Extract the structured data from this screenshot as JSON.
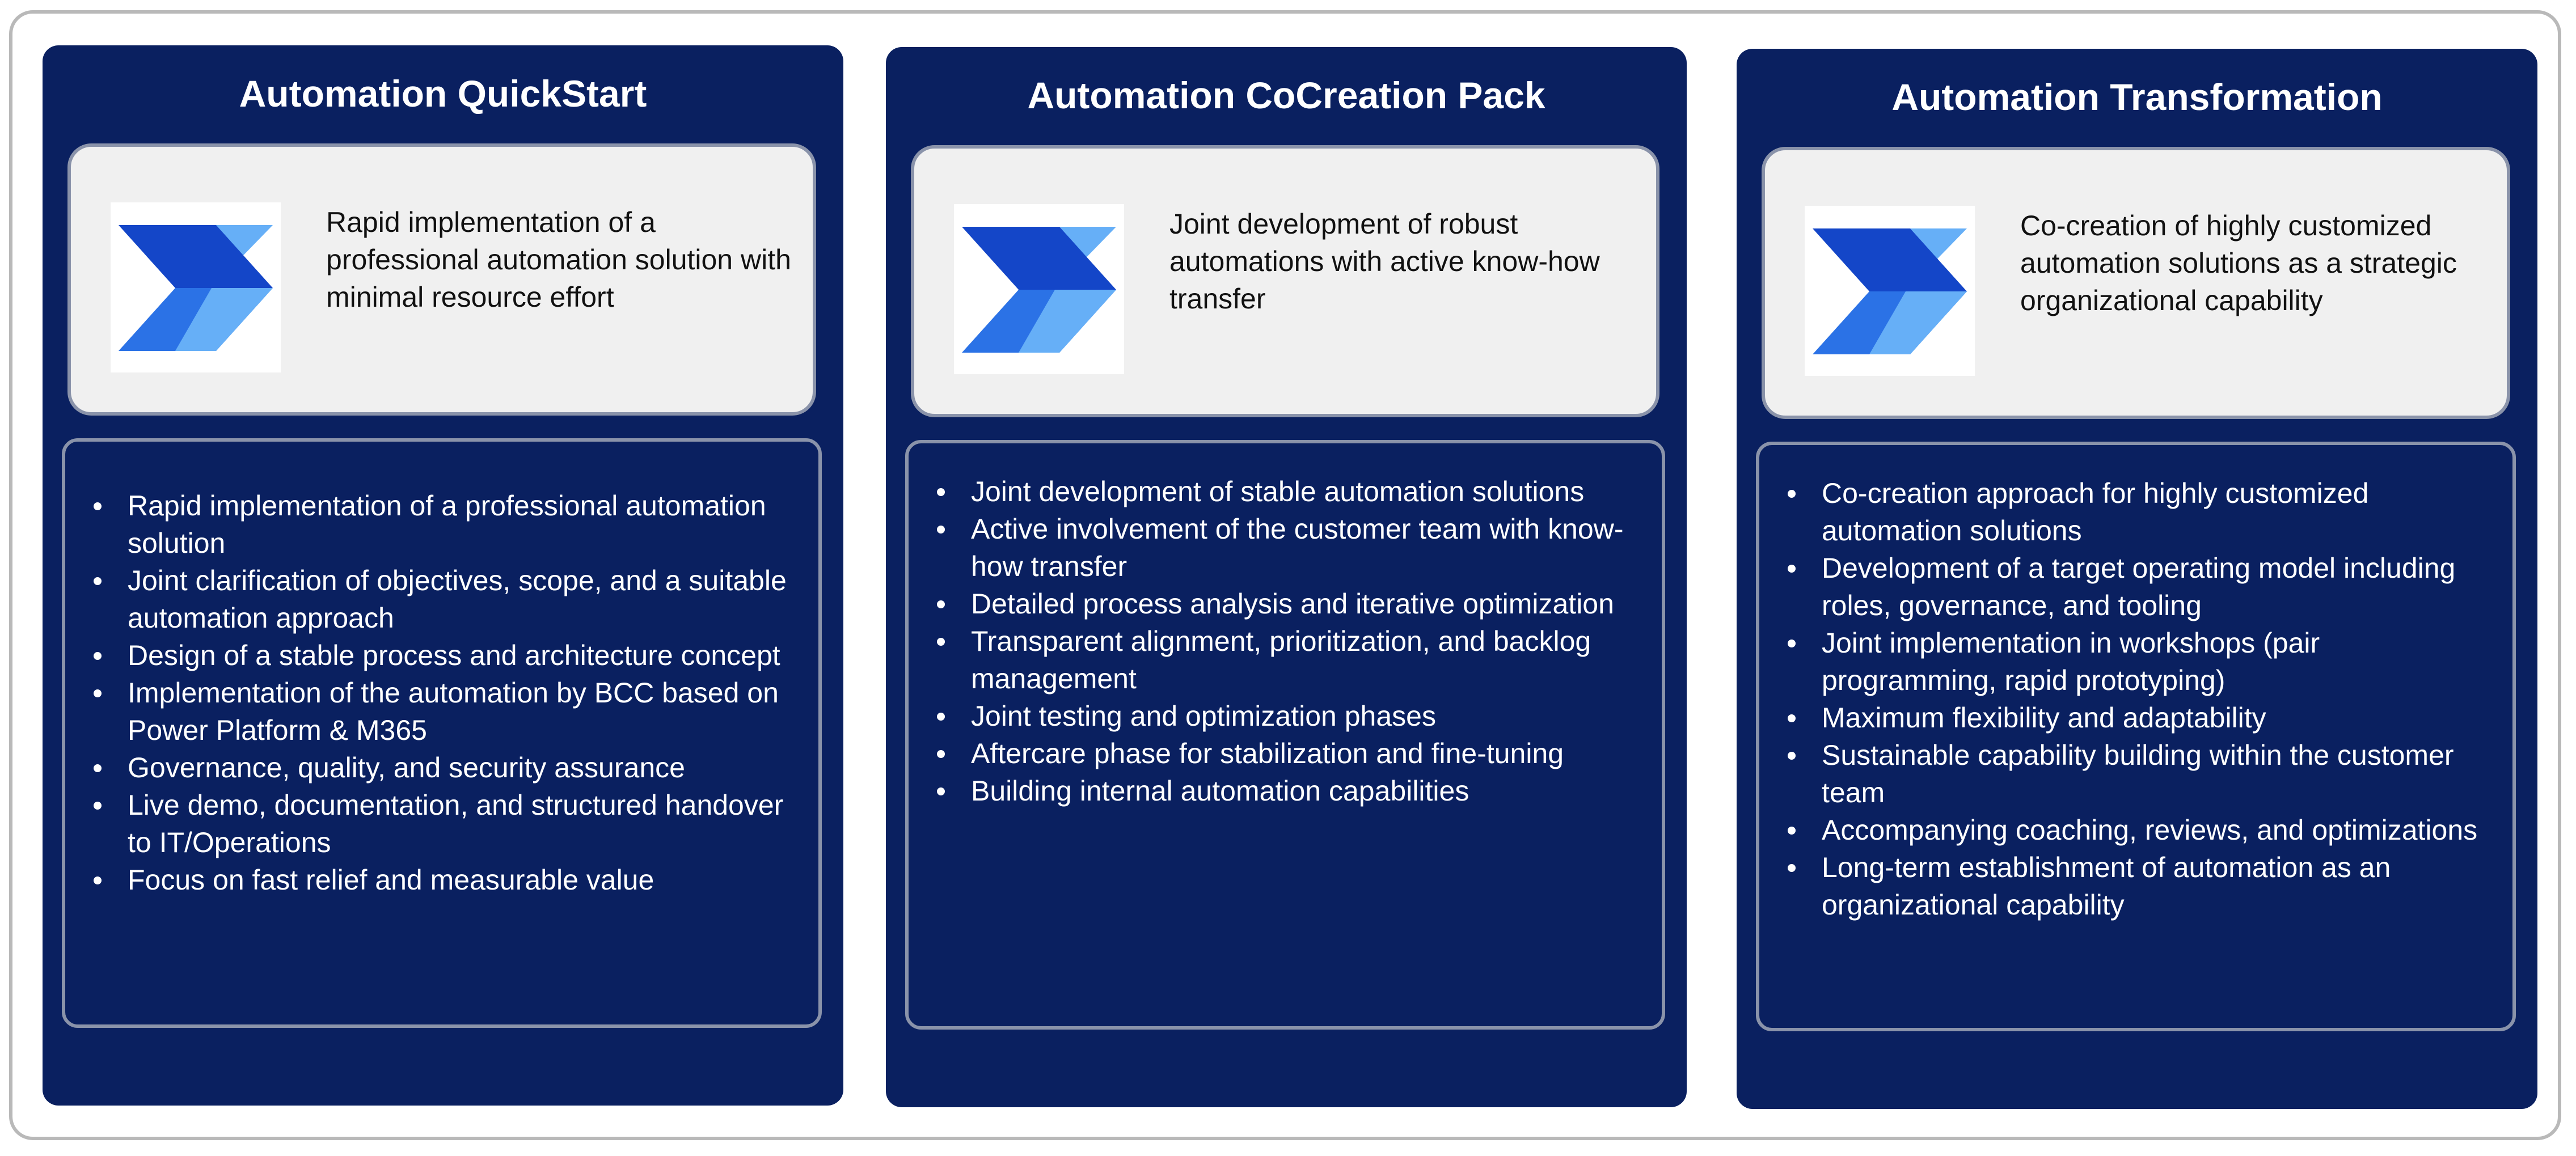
{
  "columns": [
    {
      "title": "Automation QuickStart",
      "summary": "Rapid implementation of a professional automation solution with minimal resource effort",
      "logo_icon": "power-automate-icon",
      "items": [
        "Rapid implementation of a professional automation solution",
        "Joint clarification of objectives, scope, and a suitable automation approach",
        "Design of a stable process and architecture concept",
        "Implementation of the automation by BCC based on Power Platform & M365",
        "Governance, quality, and security assurance",
        "Live demo, documentation, and structured handover to IT/Operations",
        "Focus on fast relief and measurable value"
      ]
    },
    {
      "title": "Automation CoCreation Pack",
      "summary": "Joint development of robust automations with active know-how transfer",
      "logo_icon": "power-automate-icon",
      "items": [
        "Joint development of stable automation solutions",
        "Active involvement of the customer team with know-how transfer",
        "Detailed process analysis and iterative optimization",
        "Transparent alignment, prioritization, and backlog management",
        "Joint testing and optimization phases",
        "Aftercare phase for stabilization and fine-tuning",
        "Building internal automation capabilities"
      ]
    },
    {
      "title": "Automation Transformation",
      "summary": "Co-creation of highly customized automation solutions as a strategic organizational capability",
      "logo_icon": "power-automate-icon",
      "items": [
        "Co-creation approach for highly customized automation solutions",
        "Development of a target operating model including roles, governance, and tooling",
        "Joint implementation in workshops (pair programming, rapid prototyping)",
        "Maximum flexibility and adaptability",
        "Sustainable capability building within the customer team",
        "Accompanying coaching, reviews, and optimizations",
        "Long-term establishment of automation as an organizational capability"
      ]
    }
  ],
  "colors": {
    "column_background": "#0a2060",
    "summary_background": "#f0f0f0",
    "border": "#8a93aa",
    "logo_dark": "#1446c8",
    "logo_mid": "#2b72e6",
    "logo_light": "#66aff7"
  }
}
